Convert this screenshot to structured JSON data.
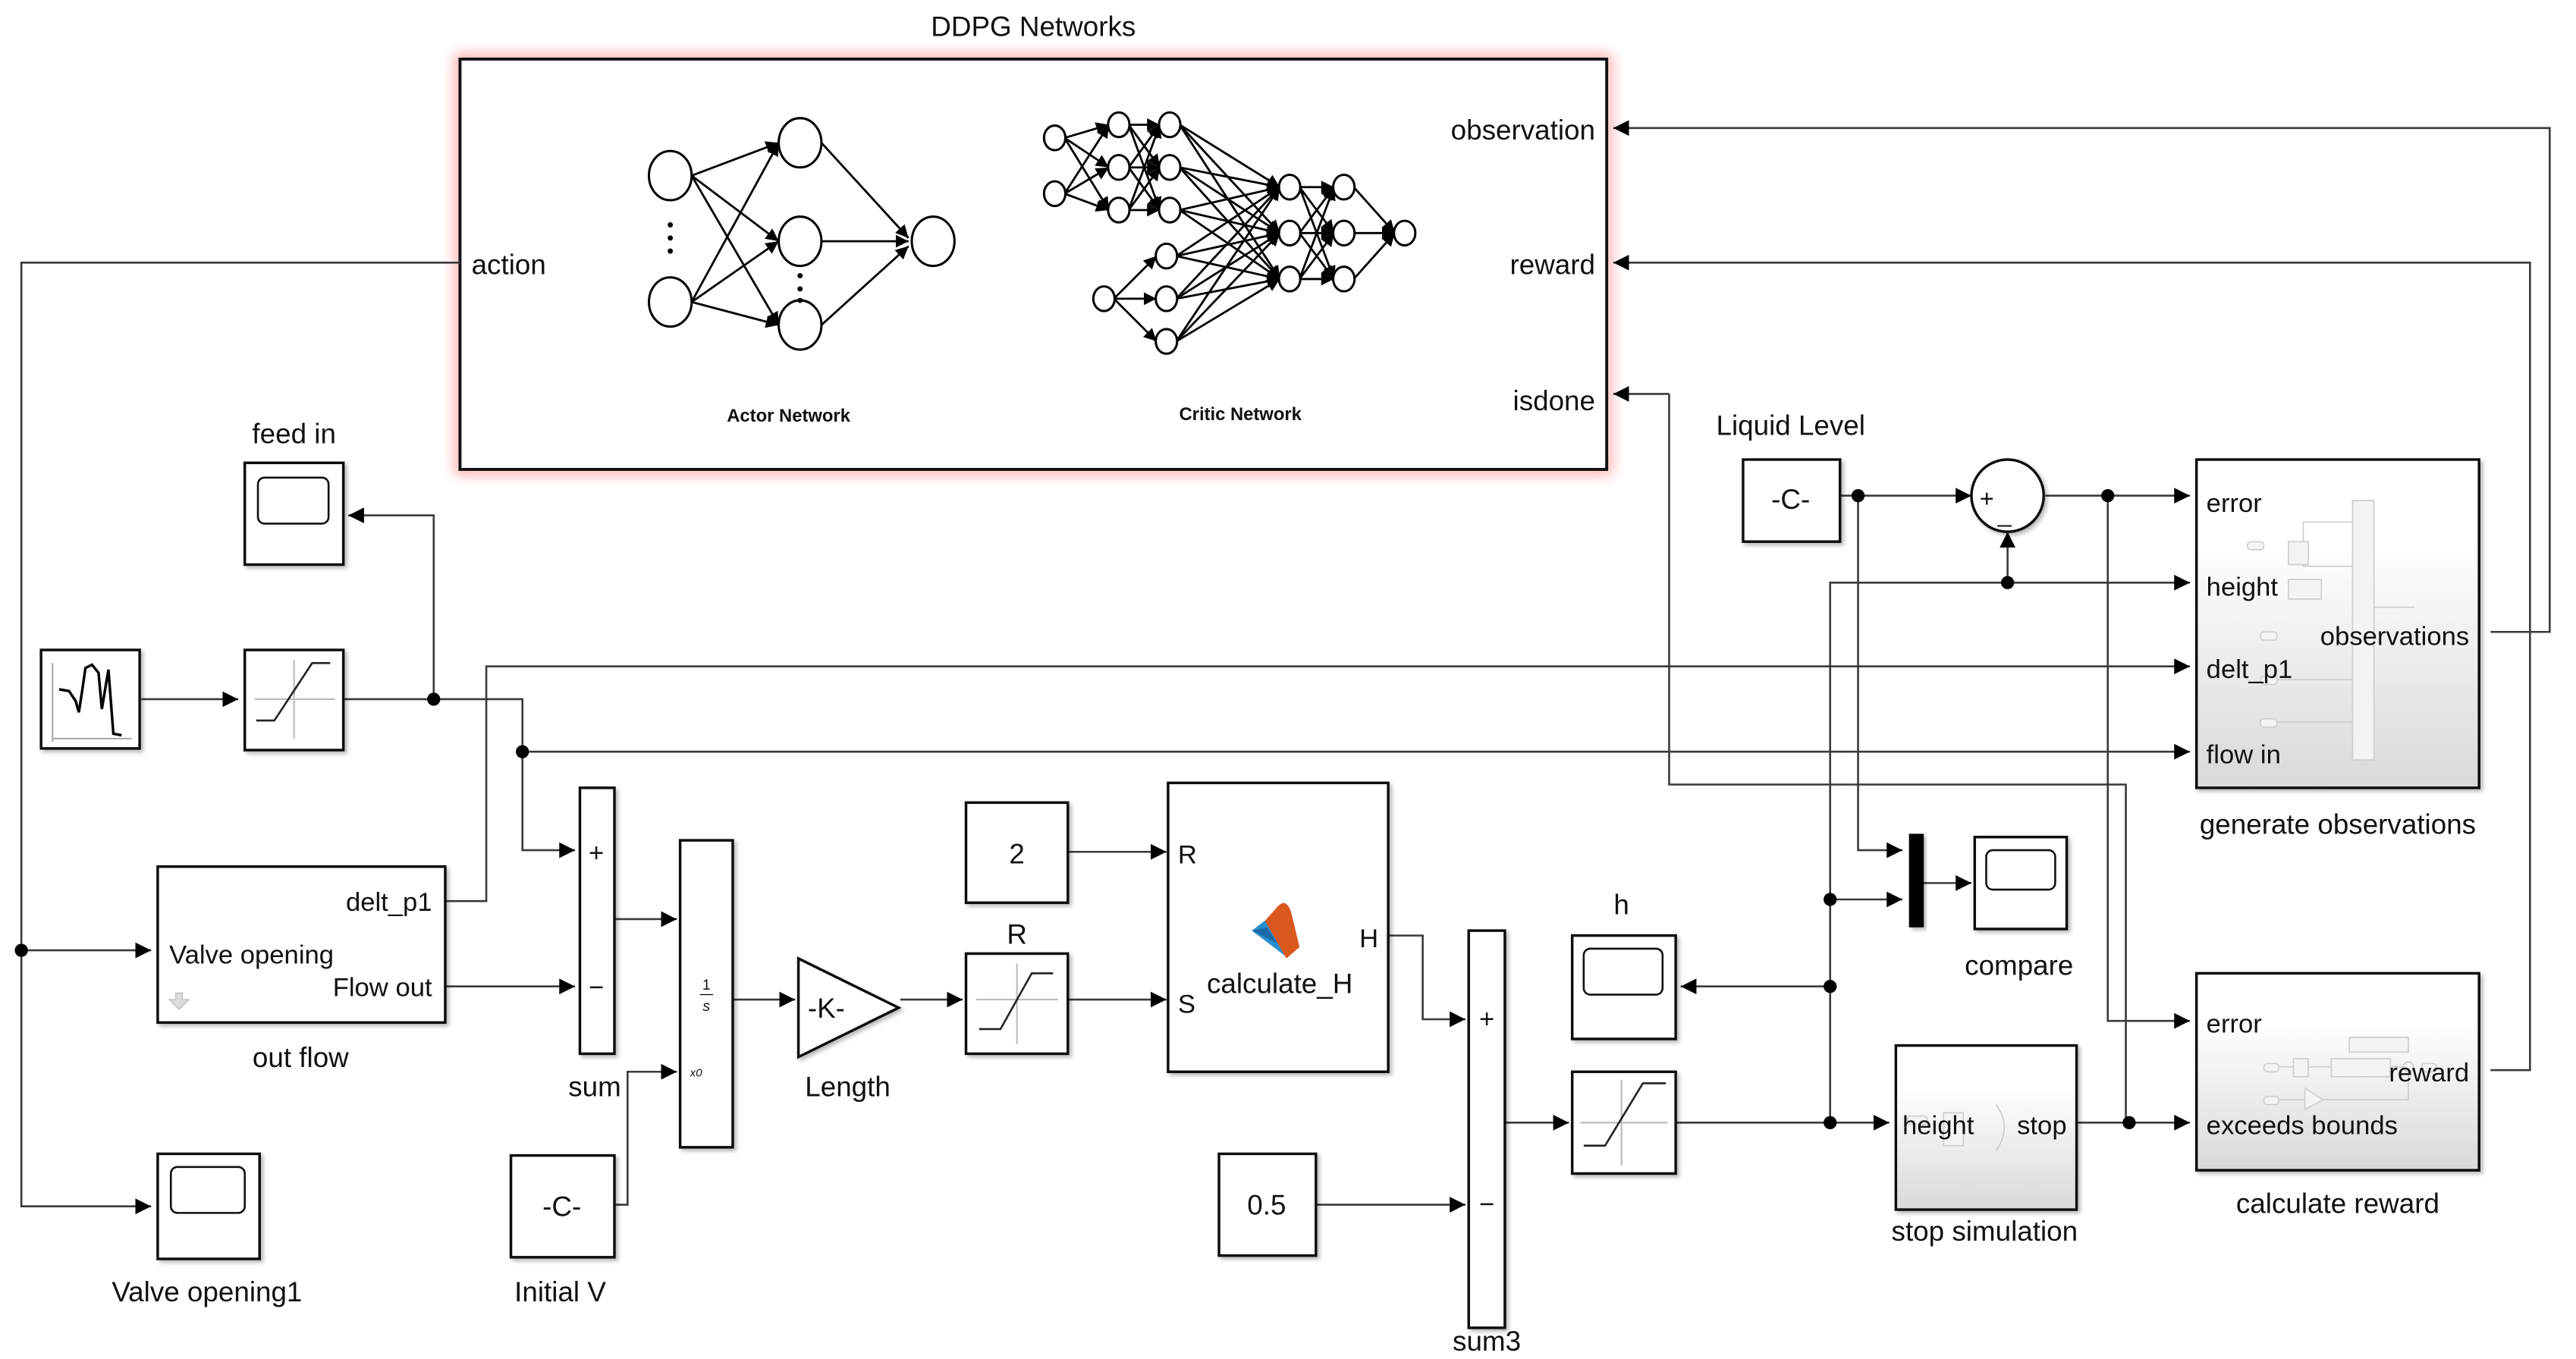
{
  "diagram": {
    "title": "DDPG Networks",
    "accent_color": "#ff3b3b",
    "agent": {
      "input_port": "action",
      "output_ports": [
        "observation",
        "reward",
        "isdone"
      ],
      "actor_label": "Actor Network",
      "critic_label": "Critic Network"
    },
    "blocks": {
      "feed_in_scope": "feed in",
      "out_flow": {
        "name": "out flow",
        "in_port": "Valve opening",
        "out_ports": [
          "delt_p1",
          "Flow out"
        ]
      },
      "valve_scope": "Valve opening1",
      "sum": {
        "name": "sum",
        "signs": [
          "+",
          "−"
        ]
      },
      "integrator": {
        "num": "1",
        "den": "s",
        "ic": "x0"
      },
      "initial_v": {
        "name": "Initial V",
        "value": "-C-"
      },
      "gain": {
        "name": "Length",
        "value": "-K-"
      },
      "const_2": "2",
      "saturation_r": "R",
      "calculate_h": {
        "name": "calculate_H",
        "in_ports": [
          "R",
          "S"
        ],
        "out_port": "H"
      },
      "const_05": "0.5",
      "sum3": {
        "name": "sum3",
        "signs": [
          "+",
          "−"
        ]
      },
      "h_scope": "h",
      "liquid_level": {
        "name": "Liquid Level",
        "value": "-C-"
      },
      "error_sum_signs": "+_",
      "compare_scope": "compare",
      "generate_observations": {
        "name": "generate observations",
        "in_ports": [
          "error",
          "height",
          "delt_p1",
          "flow in"
        ],
        "out_port": "observations"
      },
      "stop_simulation": {
        "name": "stop simulation",
        "in_port": "height",
        "out_port": "stop"
      },
      "calculate_reward": {
        "name": "calculate reward",
        "in_ports": [
          "error",
          "exceeds bounds"
        ],
        "out_port": "reward"
      }
    }
  }
}
